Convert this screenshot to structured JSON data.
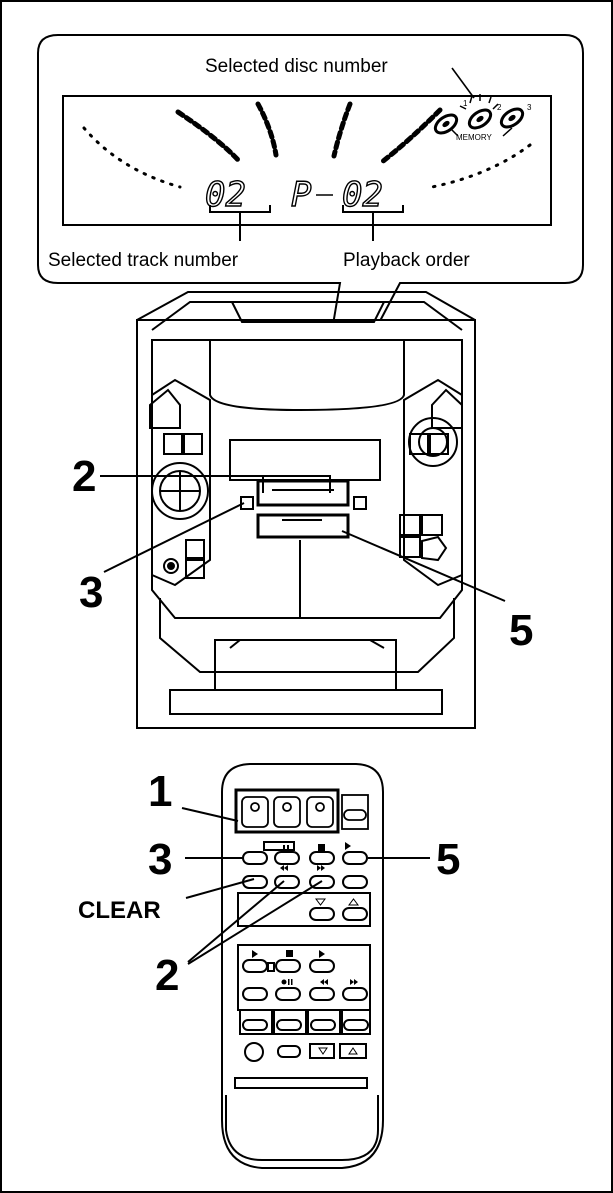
{
  "callouts": {
    "disc": "Selected disc number",
    "track": "Selected track number",
    "order": "Playback order"
  },
  "lcd": {
    "track_value": "02",
    "p_symbol": "P",
    "order_value": "02",
    "memory_label": "MEMORY",
    "disc_digits": [
      "1",
      "2",
      "3"
    ]
  },
  "unit_steps": {
    "step_2": "2",
    "step_3": "3",
    "step_5": "5"
  },
  "remote_steps": {
    "step_1": "1",
    "step_3": "3",
    "step_5": "5",
    "clear": "CLEAR",
    "step_2": "2"
  },
  "icons": [
    "pause-icon",
    "stop-icon",
    "play-repeat-icon",
    "prev-track-icon",
    "next-track-icon",
    "down-arrow-icon",
    "up-arrow-icon",
    "rewind-icon",
    "fast-forward-icon",
    "record-pause-icon"
  ]
}
